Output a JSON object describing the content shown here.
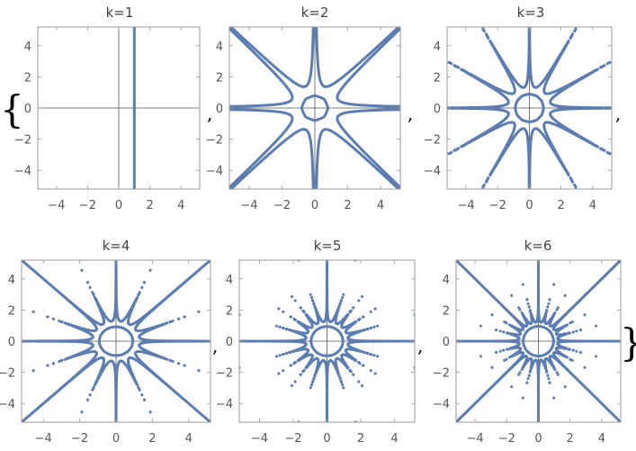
{
  "list": {
    "open_brace": "{",
    "close_brace": "}",
    "separator": ","
  },
  "chart_data": [
    {
      "type": "contour",
      "title": "k=1",
      "k": 1,
      "xlim": [
        -5.2,
        5.2
      ],
      "ylim": [
        -5.2,
        5.2
      ],
      "xticks": [
        -4,
        -2,
        0,
        2,
        4
      ],
      "yticks": [
        -4,
        -2,
        0,
        2,
        4
      ],
      "grid": false,
      "color": "#5b7db2"
    },
    {
      "type": "contour",
      "title": "k=2",
      "k": 2,
      "xlim": [
        -5.2,
        5.2
      ],
      "ylim": [
        -5.2,
        5.2
      ],
      "xticks": [
        -4,
        -2,
        0,
        2,
        4
      ],
      "yticks": [
        -4,
        -2,
        0,
        2,
        4
      ],
      "grid": false,
      "color": "#5b7db2"
    },
    {
      "type": "contour",
      "title": "k=3",
      "k": 3,
      "xlim": [
        -5.2,
        5.2
      ],
      "ylim": [
        -5.2,
        5.2
      ],
      "xticks": [
        -4,
        -2,
        0,
        2,
        4
      ],
      "yticks": [
        -4,
        -2,
        0,
        2,
        4
      ],
      "grid": false,
      "color": "#5b7db2"
    },
    {
      "type": "contour",
      "title": "k=4",
      "k": 4,
      "xlim": [
        -5.2,
        5.2
      ],
      "ylim": [
        -5.2,
        5.2
      ],
      "xticks": [
        -4,
        -2,
        0,
        2,
        4
      ],
      "yticks": [
        -4,
        -2,
        0,
        2,
        4
      ],
      "grid": false,
      "color": "#5b7db2"
    },
    {
      "type": "contour",
      "title": "k=5",
      "k": 5,
      "xlim": [
        -5.2,
        5.2
      ],
      "ylim": [
        -5.2,
        5.2
      ],
      "xticks": [
        -4,
        -2,
        0,
        2,
        4
      ],
      "yticks": [
        -4,
        -2,
        0,
        2,
        4
      ],
      "grid": false,
      "color": "#5b7db2"
    },
    {
      "type": "contour",
      "title": "k=6",
      "k": 6,
      "xlim": [
        -5.2,
        5.2
      ],
      "ylim": [
        -5.2,
        5.2
      ],
      "xticks": [
        -4,
        -2,
        0,
        2,
        4
      ],
      "yticks": [
        -4,
        -2,
        0,
        2,
        4
      ],
      "grid": false,
      "color": "#5b7db2"
    }
  ]
}
